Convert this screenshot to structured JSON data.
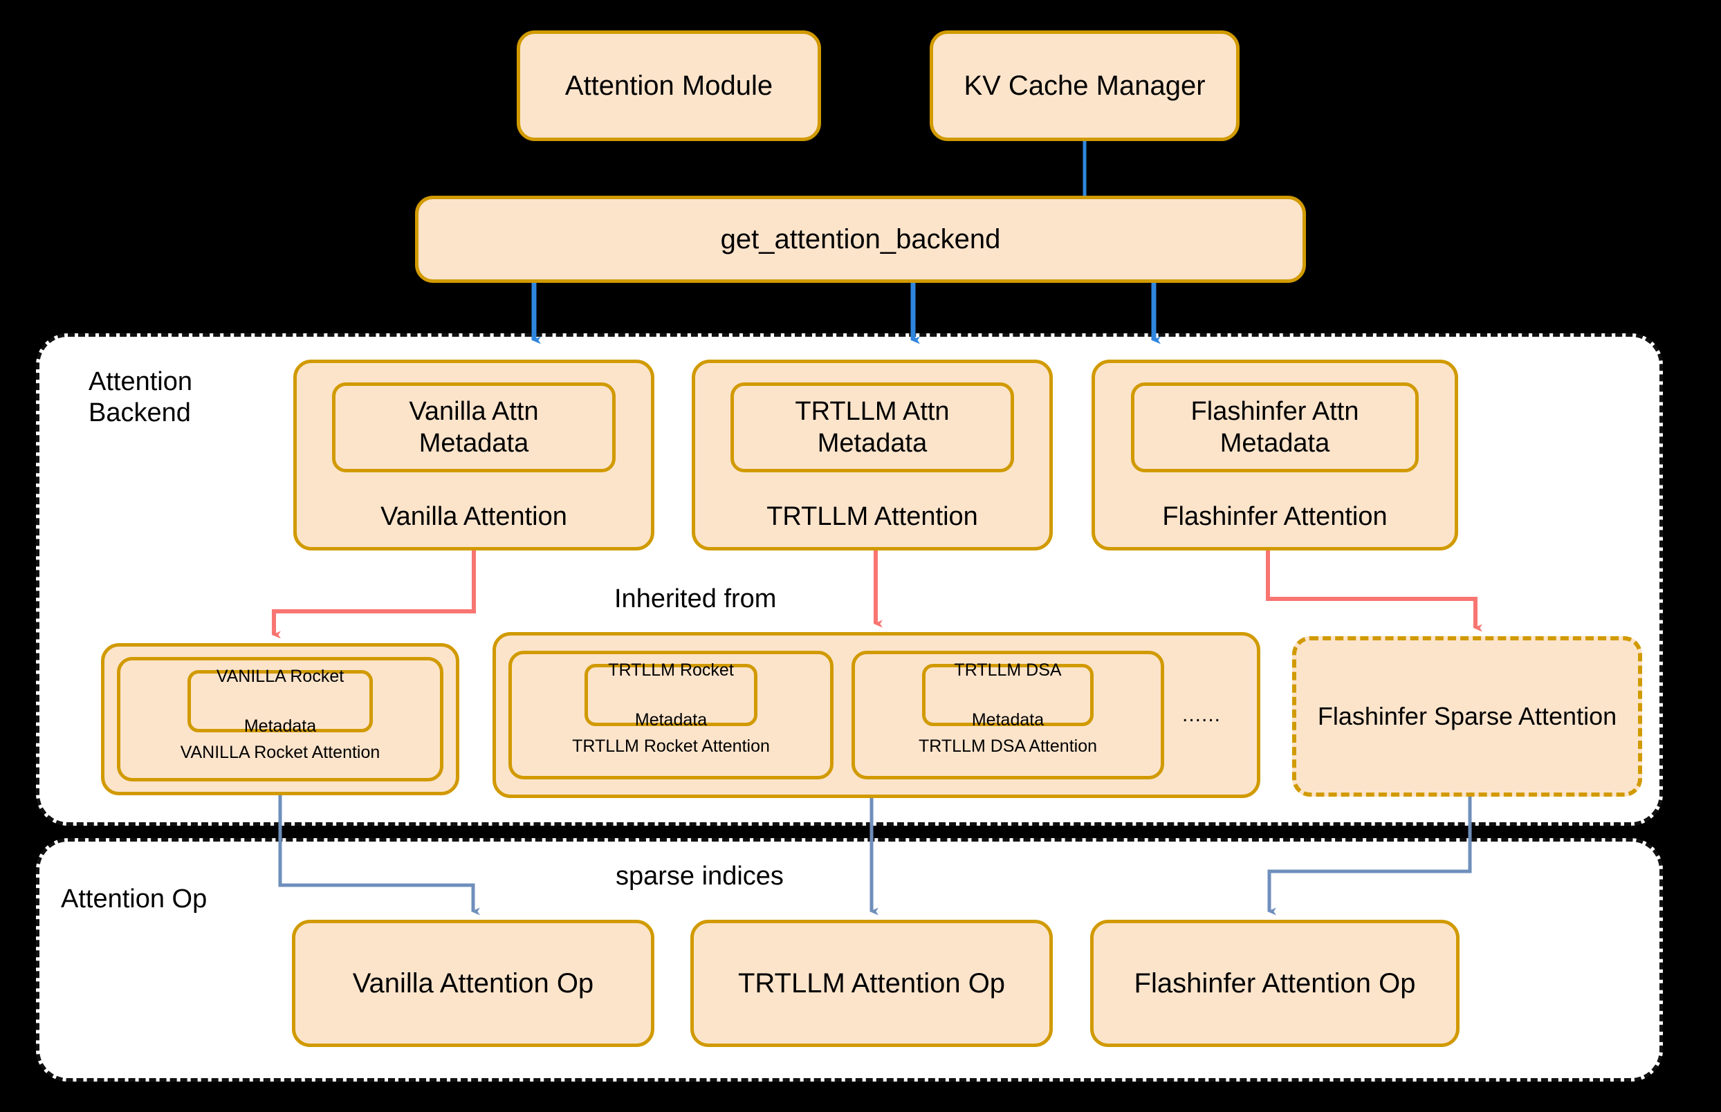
{
  "palette": {
    "node_fill": "#FCE4CB",
    "node_border": "#D19A00",
    "panel_bg": "#FFFFFF",
    "panel_border": "#111111",
    "arrow_blue": "#2F86DE",
    "arrow_red": "#F87571",
    "arrow_steel": "#6F8FBC",
    "canvas_bg": "#000000"
  },
  "top": {
    "attention_module": "Attention Module",
    "kv_cache_manager": "KV Cache Manager",
    "dispatcher": "get_attention_backend"
  },
  "backend_panel": {
    "label": "Attention\nBackend",
    "backends": [
      {
        "metadata": "Vanilla Attn\nMetadata",
        "name": "Vanilla Attention"
      },
      {
        "metadata": "TRTLLM Attn\nMetadata",
        "name": "TRTLLM Attention"
      },
      {
        "metadata": "Flashinfer Attn\nMetadata",
        "name": "Flashinfer Attention"
      }
    ],
    "inherited_label": "Inherited from",
    "sparse_groups": [
      {
        "cards": [
          {
            "metadata": "VANILLA Rocket\n\nMetadata",
            "name": "VANILLA Rocket Attention"
          }
        ],
        "ellipsis": ""
      },
      {
        "cards": [
          {
            "metadata": "TRTLLM Rocket\n\nMetadata",
            "name": "TRTLLM Rocket Attention"
          },
          {
            "metadata": "TRTLLM DSA\n\nMetadata",
            "name": "TRTLLM DSA Attention"
          }
        ],
        "ellipsis": "......"
      }
    ],
    "flashinfer_sparse": "Flashinfer Sparse Attention"
  },
  "op_panel": {
    "label": "Attention Op",
    "edge_label": "sparse indices",
    "ops": [
      "Vanilla Attention Op",
      "TRTLLM Attention Op",
      "Flashinfer Attention Op"
    ]
  }
}
